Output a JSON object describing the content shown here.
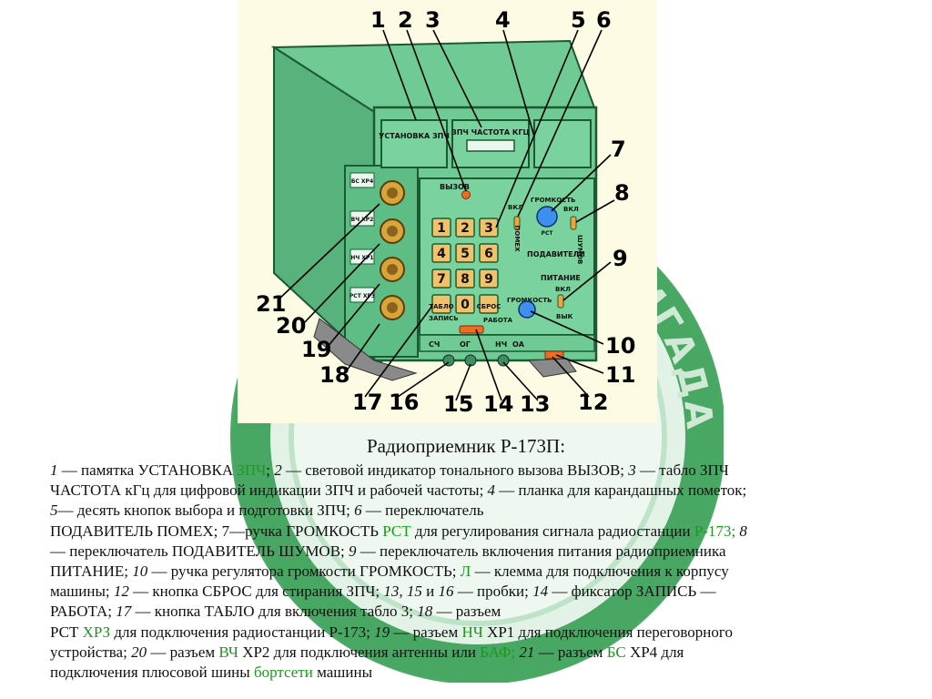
{
  "colors": {
    "housing_green": "#64c58b",
    "housing_dark": "#2f8f57",
    "figure_bg": "#fdfbe3",
    "link_green": "#1a9a1a",
    "emblem_green": "#2e9a4c",
    "emblem_ring": "#bfe3c8"
  },
  "emblem": {
    "text": "БС БРИГАДАСЫ"
  },
  "figure": {
    "numbers": [
      "1",
      "2",
      "3",
      "4",
      "5",
      "6",
      "7",
      "8",
      "9",
      "10",
      "11",
      "12",
      "13",
      "14",
      "15",
      "16",
      "17",
      "18",
      "19",
      "20",
      "21"
    ],
    "panel": {
      "ustanovka": "УСТАНОВКА ЗПЧ",
      "chastota": "ЗПЧ ЧАСТОТА КГЦ",
      "vyzov": "ВЫЗОВ",
      "vkl": "ВКЛ",
      "pomeh": "ПОМЕХ",
      "gromkost": "ГРОМКОСТЬ",
      "rst": "РСТ",
      "shumov": "ШУМОВ",
      "podaviteli": "ПОДАВИТЕЛИ",
      "pitanie": "ПИТАНИЕ",
      "vyk": "ВЫК",
      "zapis": "ЗАПИСЬ",
      "rabota": "РАБОТА",
      "tablo": "ТАБЛО",
      "sbros": "СБРОС",
      "bottom_labels": [
        "СЧ",
        "ОГ",
        "НЧ",
        "ОА"
      ],
      "side_labels": [
        "БС ХР4",
        "ВЧ ХР2",
        "НЧ ХР1",
        "РСТ ХР3"
      ],
      "keys": [
        "1",
        "2",
        "3",
        "4",
        "5",
        "6",
        "7",
        "8",
        "9",
        "0"
      ]
    }
  },
  "caption": {
    "title": "Радиоприемник Р-173П:",
    "lines": [
      [
        {
          "t": "1",
          "c": "it"
        },
        {
          "t": " — памятка УСТАНОВКА "
        },
        {
          "t": "ЗПЧ",
          "c": "g"
        },
        {
          "t": "; "
        },
        {
          "t": "2",
          "c": "it"
        },
        {
          "t": " — световой индикатор тонального вызова ВЫЗОВ; "
        },
        {
          "t": "3",
          "c": "it"
        },
        {
          "t": " — табло ЗПЧ"
        }
      ],
      [
        {
          "t": "ЧАСТОТА кГц для цифровой индикации ЗПЧ и рабочей частоты; "
        },
        {
          "t": "4",
          "c": "it"
        },
        {
          "t": " — планка для карандашных пометок;"
        }
      ],
      [
        {
          "t": "5",
          "c": "it"
        },
        {
          "t": "— десять кнопок выбора и подготовки ЗПЧ; "
        },
        {
          "t": "6",
          "c": "it"
        },
        {
          "t": " — переключатель"
        }
      ],
      [
        {
          "t": "ПОДАВИТЕЛЬ ПОМЕХ; 7—ручка ГРОМКОСТЬ "
        },
        {
          "t": "РСТ",
          "c": "g"
        },
        {
          "t": " для регулирования сигнала радиостанции "
        },
        {
          "t": "Р-173;",
          "c": "g"
        },
        {
          "t": " "
        },
        {
          "t": "8",
          "c": "it"
        }
      ],
      [
        {
          "t": "— переключатель ПОДАВИТЕЛЬ ШУМОВ; "
        },
        {
          "t": "9",
          "c": "it"
        },
        {
          "t": " — переключатель включения питания радиоприемника"
        }
      ],
      [
        {
          "t": "ПИТАНИЕ; "
        },
        {
          "t": "10",
          "c": "it"
        },
        {
          "t": " — ручка регулятора громкости ГРОМКОСТЬ; "
        },
        {
          "t": "Л",
          "c": "g"
        },
        {
          "t": " — клемма для  подключения к корпусу"
        }
      ],
      [
        {
          "t": "машины; "
        },
        {
          "t": "12",
          "c": "it"
        },
        {
          "t": " — кнопка СБРОС для стирания ЗПЧ; "
        },
        {
          "t": "13, 15",
          "c": "it"
        },
        {
          "t": " и "
        },
        {
          "t": "16",
          "c": "it"
        },
        {
          "t": " — пробки; "
        },
        {
          "t": "14",
          "c": "it"
        },
        {
          "t": " — фиксатор ЗАПИСЬ —"
        }
      ],
      [
        {
          "t": "РАБОТА; "
        },
        {
          "t": "17",
          "c": "it"
        },
        {
          "t": " — кнопка ТАБЛО для включения табло 3; "
        },
        {
          "t": "18",
          "c": "it"
        },
        {
          "t": " — разъем"
        }
      ],
      [
        {
          "t": "РСТ "
        },
        {
          "t": "ХРЗ",
          "c": "g"
        },
        {
          "t": " для подключения радиостанции Р-173; "
        },
        {
          "t": "19",
          "c": "it"
        },
        {
          "t": " — разъем "
        },
        {
          "t": "НЧ",
          "c": "g"
        },
        {
          "t": " ХР1 для подключения переговорного"
        }
      ],
      [
        {
          "t": "устройства; "
        },
        {
          "t": "20",
          "c": "it"
        },
        {
          "t": " — разъем "
        },
        {
          "t": "ВЧ",
          "c": "g"
        },
        {
          "t": " ХР2 для подключения антенны или "
        },
        {
          "t": "БАФ;",
          "c": "g"
        },
        {
          "t": " "
        },
        {
          "t": "21",
          "c": "it"
        },
        {
          "t": " — разъем "
        },
        {
          "t": "БС",
          "c": "g"
        },
        {
          "t": " ХР4 для"
        }
      ],
      [
        {
          "t": "подключения плюсовой шины "
        },
        {
          "t": "бортсети",
          "c": "g"
        },
        {
          "t": " машины"
        }
      ]
    ]
  }
}
